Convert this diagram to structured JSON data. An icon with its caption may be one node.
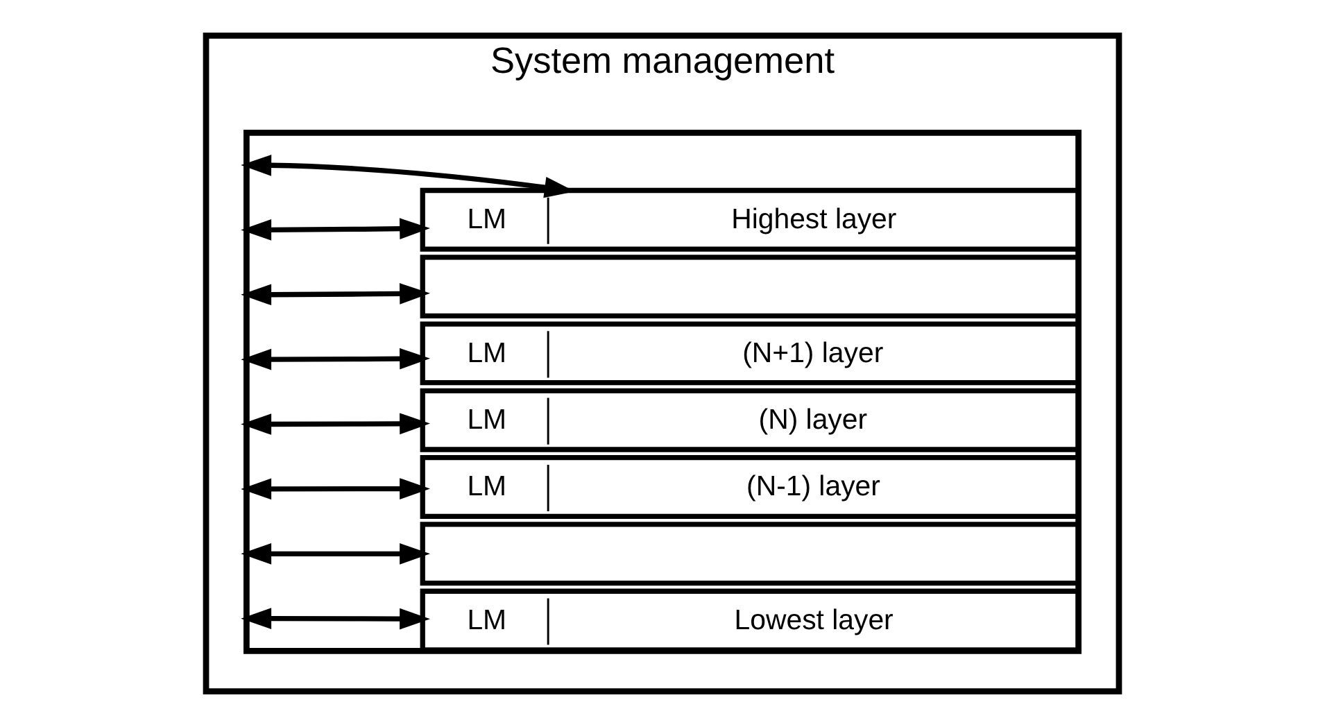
{
  "diagram": {
    "nodes": [
      {
        "text": [
          "System management"
        ]
      },
      {
        "text": [],
        "shape": "box",
        "in": 0
      },
      {
        "text": [
          "LM",
          "Highest layer"
        ],
        "in": 1
      },
      {
        "text": [],
        "shape": "box",
        "in": 1
      },
      {
        "text": [
          "LM",
          "(N+1) layer"
        ],
        "in": 1
      },
      {
        "text": [
          "LM",
          "(N) layer"
        ],
        "in": 1
      },
      {
        "text": [
          "LM",
          "(N-1) layer"
        ],
        "in": 1
      },
      {
        "text": [],
        "shape": "box",
        "in": 1
      },
      {
        "text": [
          "LM",
          "Lowest layer"
        ],
        "in": 1
      }
    ],
    "edges": [
      {
        "from": 1,
        "to": 2,
        "arrow": "both"
      },
      {
        "from": 1,
        "to": 2,
        "arrow": "both"
      },
      {
        "from": 1,
        "to": 3,
        "arrow": "both"
      },
      {
        "from": 1,
        "to": 4,
        "arrow": "both"
      },
      {
        "from": 1,
        "to": 5,
        "arrow": "both"
      },
      {
        "from": 1,
        "to": 6,
        "arrow": "both"
      },
      {
        "from": 1,
        "to": 7,
        "arrow": "both"
      },
      {
        "from": 1,
        "to": 8,
        "arrow": "both"
      }
    ]
  }
}
